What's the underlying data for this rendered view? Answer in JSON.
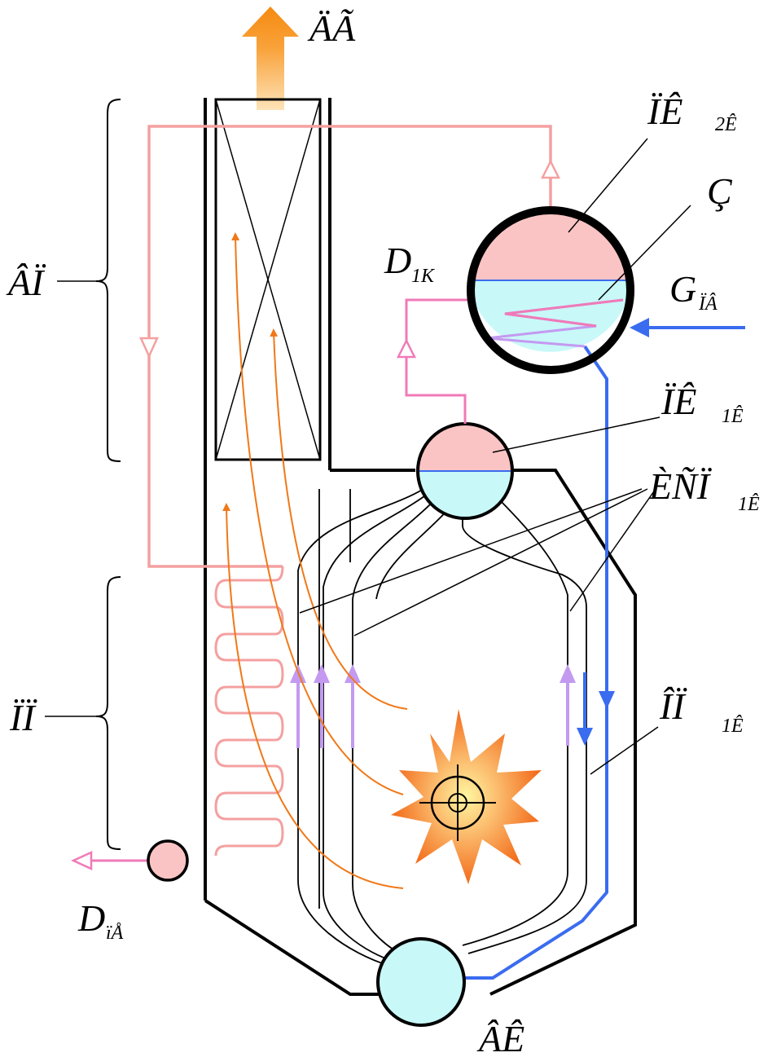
{
  "labels": {
    "flue_gas": "ÄÃ",
    "drum2": {
      "main": "ÏÊ",
      "sub": "2Ê"
    },
    "coil": "Ç",
    "d1k": {
      "main": "D",
      "sub": "1K"
    },
    "gpv": {
      "main": "G",
      "sub": "ÏÂ"
    },
    "drum1": {
      "main": "ÏÊ",
      "sub": "1Ê"
    },
    "screens": {
      "main": "ÈÑÏ",
      "sub": "1Ê"
    },
    "downcomer": {
      "main": "ÎÏ",
      "sub": "1Ê"
    },
    "vp": "ÂÏ",
    "pp": "ÏÏ",
    "dpe": {
      "main": "D",
      "sub": "ïÅ"
    },
    "bottom_drum": "ÂÊ"
  },
  "colors": {
    "steam_pink": "#f4a0a0",
    "coil_pink": "#f07ab8",
    "drum_pink": "#fbc4c4",
    "water_cyan": "#c8f8f8",
    "feed_blue": "#3a6cf0",
    "circulation_violet": "#c39af0",
    "gas_orange": "#f07818",
    "outline": "#000000"
  }
}
